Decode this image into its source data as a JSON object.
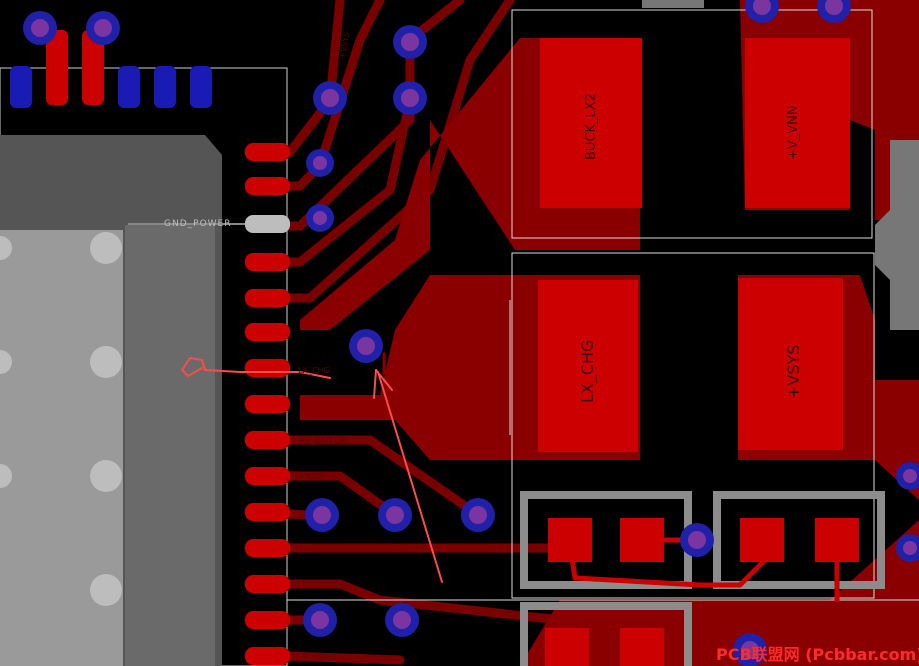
{
  "labels": {
    "buck_lx2": "BUCK_LX2",
    "v_vnn": "+V_VNN",
    "lx_chg_pad": "LX_CHG",
    "vsys_pad": "+VSYS",
    "lx_chg_big": "LX_CHG",
    "gnd_power": "GND_POWER",
    "v_battery": "+V_BATTERY",
    "vsys_trace": "+VSYS",
    "vsys_top": "+VSYS",
    "chg_small": "LX_CHG",
    "watermark": "PCB联盟网 (Pcbbar.com)"
  },
  "colors": {
    "background": "#000000",
    "copper": "#cc0000",
    "copper_dark": "#6e0000",
    "via_ring": "#2222aa",
    "via_hole": "#7a35a0",
    "silkscreen": "#c8c8c8",
    "blue_pad": "#1a1ab4",
    "annotation": "#ff4a4a"
  }
}
